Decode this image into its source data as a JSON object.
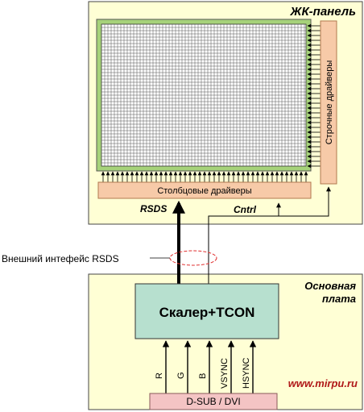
{
  "lcd_panel": {
    "title": "ЖК-панель"
  },
  "row_drivers": {
    "label": "Строчные драйверы"
  },
  "column_drivers": {
    "label": "Столбцовые драйверы"
  },
  "signals": {
    "rsds": "RSDS",
    "cntrl": "Cntrl"
  },
  "external_interface": {
    "label": "Внешний интефейс RSDS"
  },
  "main_board": {
    "title_line1": "Основная",
    "title_line2": "плата",
    "website": "www.mirpu.ru"
  },
  "scaler": {
    "label": "Скалер+TCON"
  },
  "inputs": [
    "R",
    "G",
    "B",
    "VSYNC",
    "HSYNC"
  ],
  "connector": {
    "label": "D-SUB / DVI"
  },
  "colors": {
    "panel_bg": "#ffffd5",
    "grid_frame": "#a6d27a",
    "driver_fill": "#f7caa8",
    "driver_stroke": "#b07850",
    "scaler_fill": "#b7e0cf",
    "connector_fill": "#f4c4c4",
    "interface_ellipse": "#e03030",
    "website": "#b01818"
  }
}
